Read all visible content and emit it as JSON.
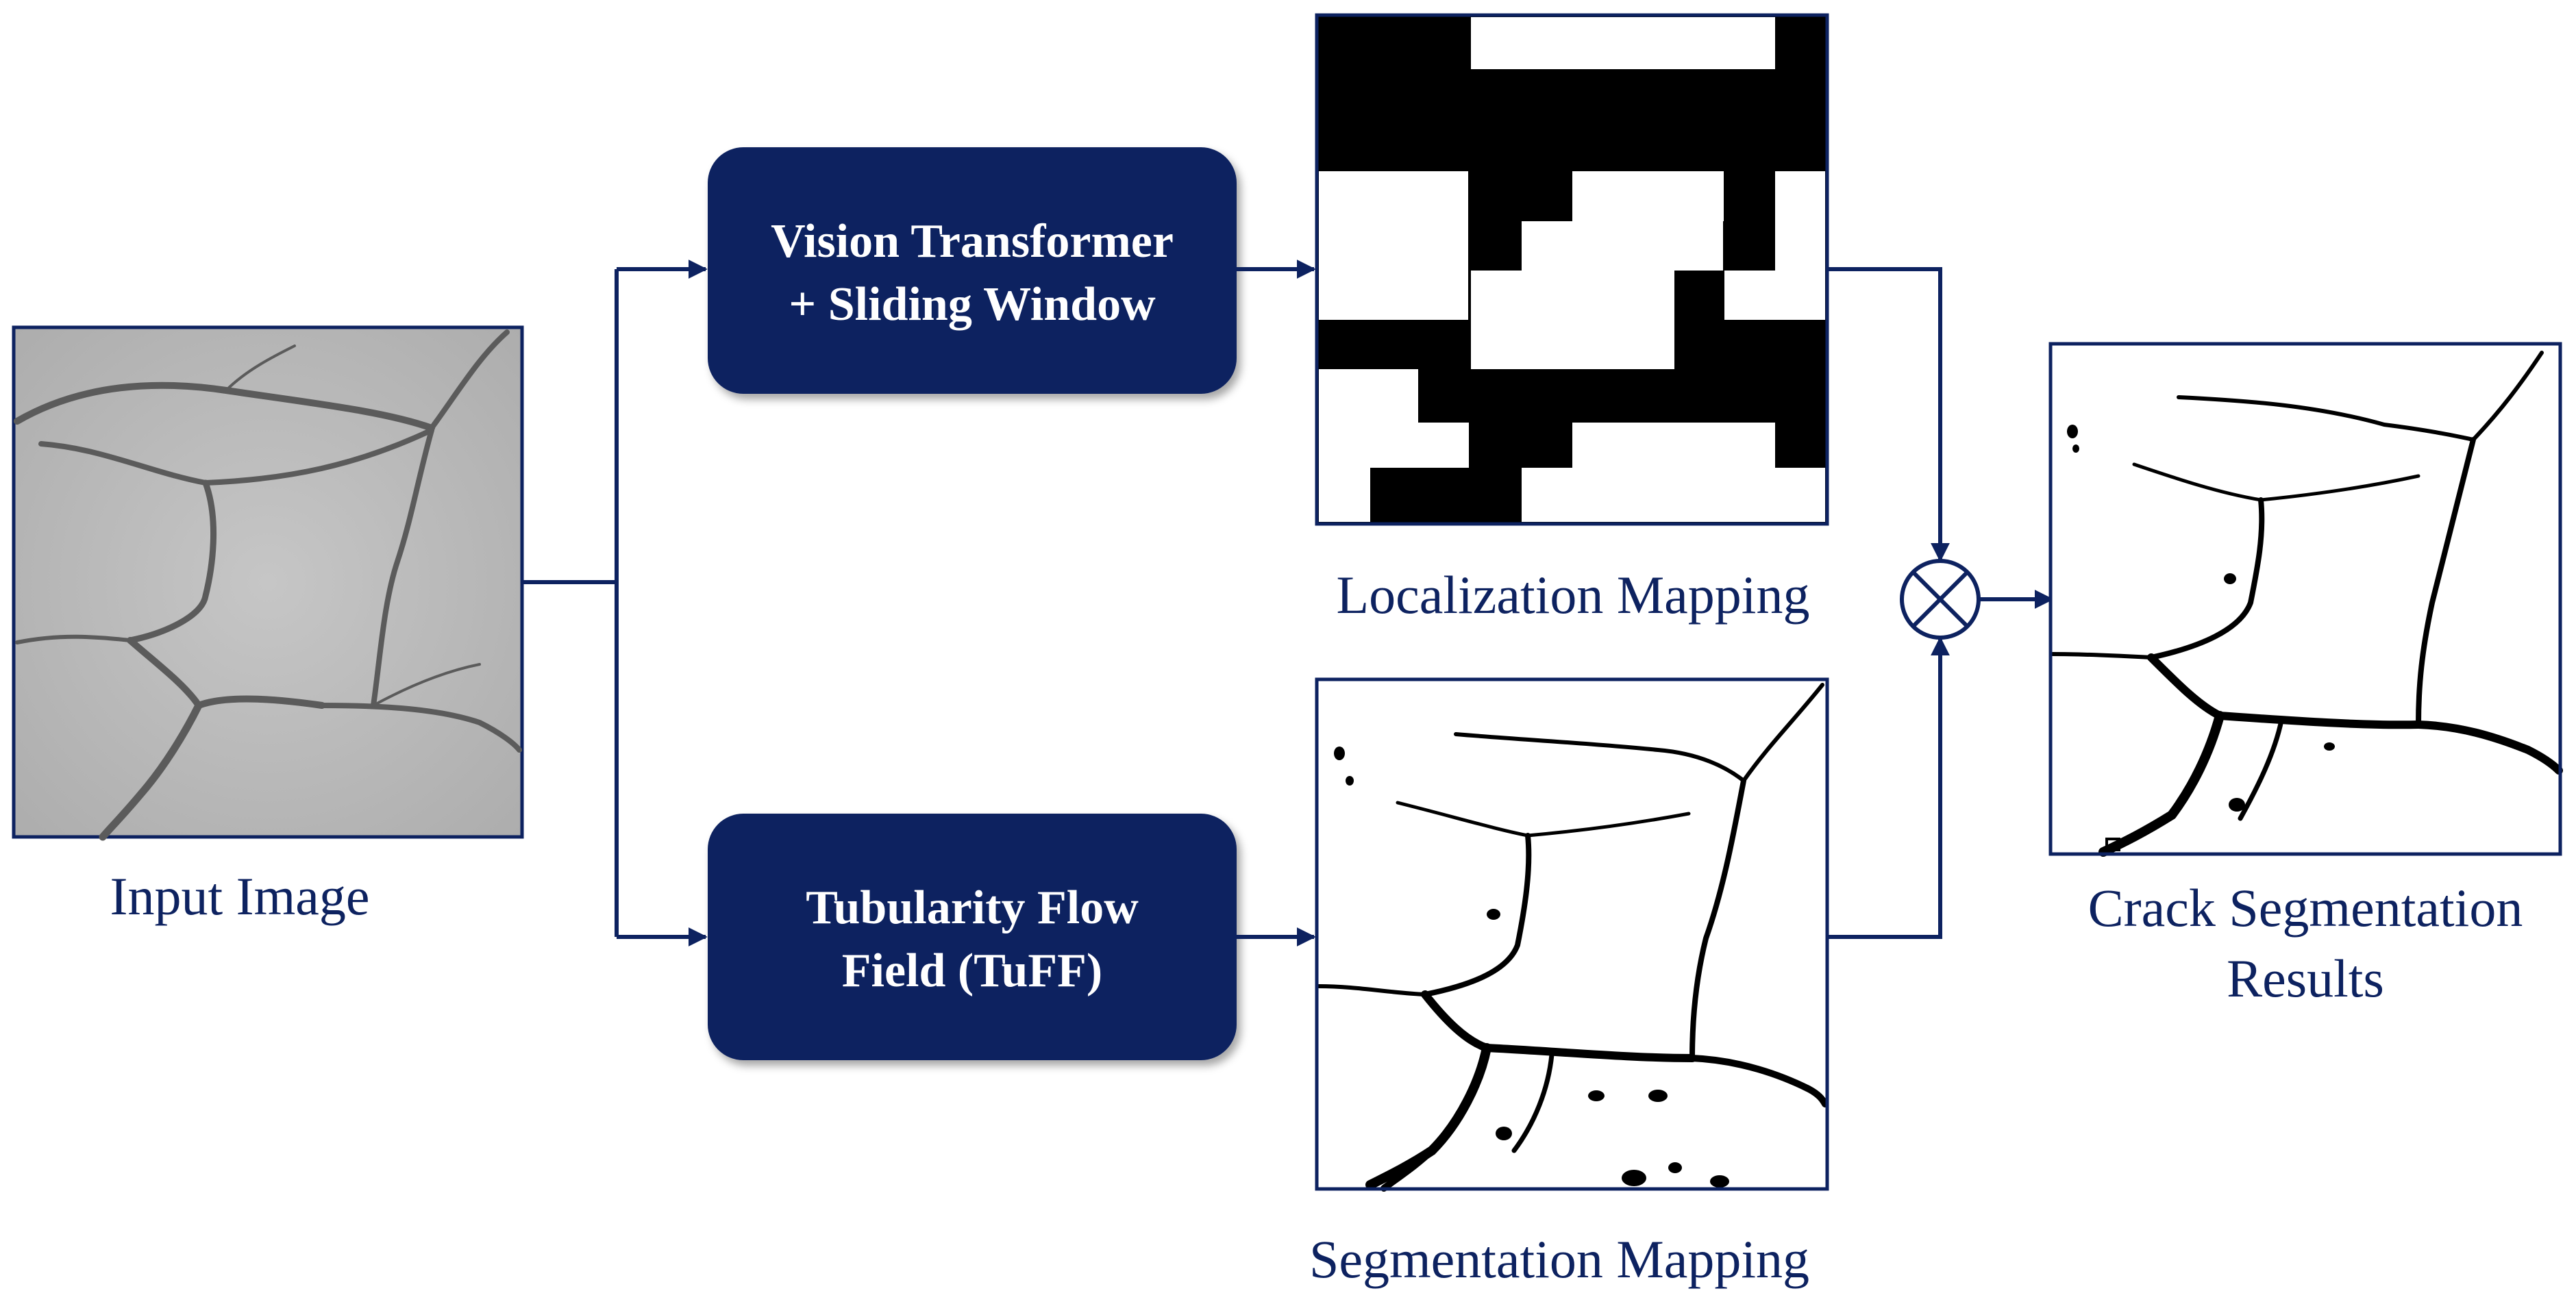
{
  "colors": {
    "navy": "#0d2260",
    "box_fill": "#0d2260",
    "box_text": "#ffffff",
    "caption": "#0d2260",
    "pavement": "#bcbcbc"
  },
  "input": {
    "caption": "Input Image"
  },
  "vit_box": {
    "line1": "Vision Transformer",
    "line2": "+ Sliding Window"
  },
  "tuff_box": {
    "line1": "Tubularity Flow",
    "line2": "Field (TuFF)"
  },
  "localization": {
    "caption": "Localization Mapping"
  },
  "segmentation": {
    "caption": "Segmentation Mapping"
  },
  "result": {
    "caption_line1": "Crack Segmentation",
    "caption_line2": "Results"
  },
  "operator": {
    "icon": "multiply-circle-icon"
  }
}
